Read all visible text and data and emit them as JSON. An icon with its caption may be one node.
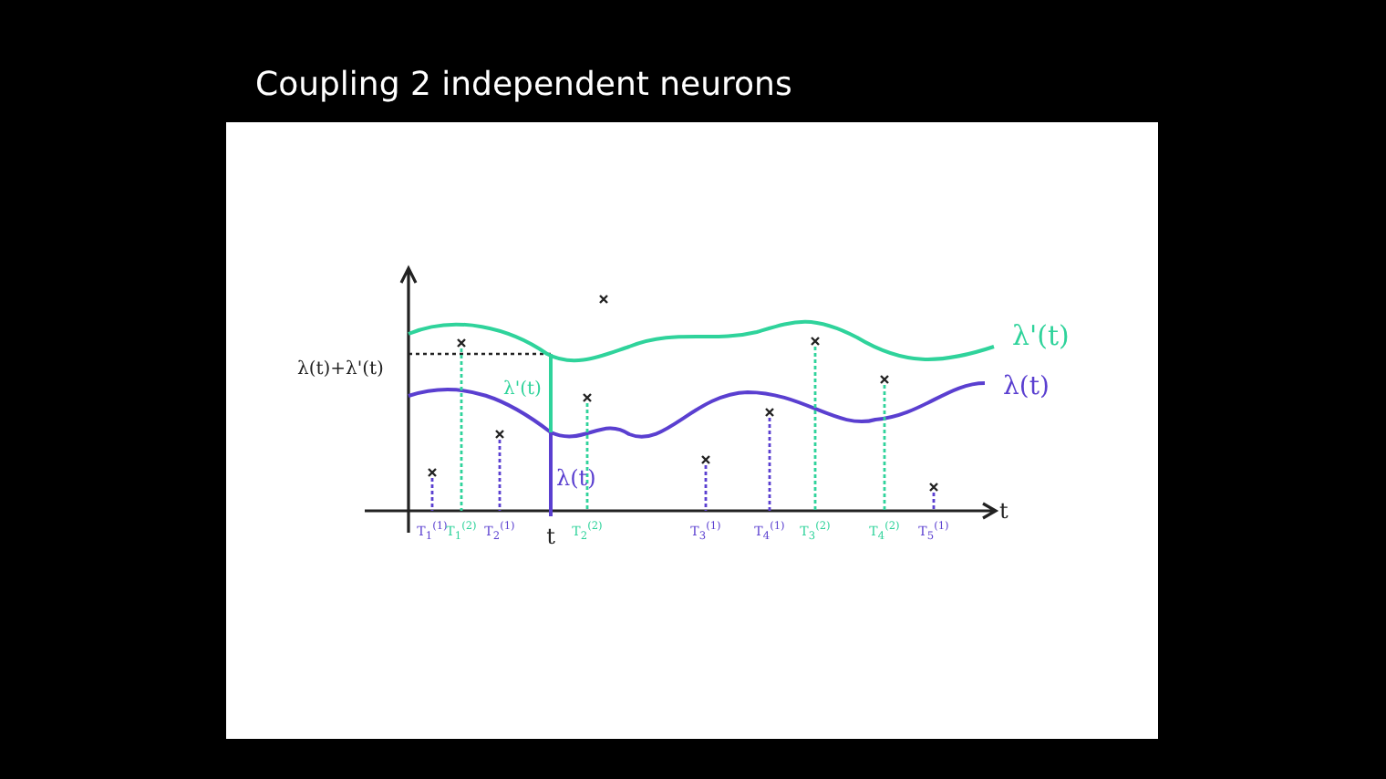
{
  "diagram": {
    "title": "Coupling 2 independent neurons",
    "labels": [
      "λ'(t)",
      "λ(t)+λ'(t)",
      "λ'(t)",
      "λ(t)",
      "λ(t)",
      "T$_{1}$$^{(1)}$",
      "T$_{1}$$^{(2)}$",
      "T$_{2}$$^{(1)}$",
      "t",
      "T$_{2}$$^{(2)}$",
      "T$_{3}$$^{(1)}$",
      "T$_{4}$$^{(1)}$",
      "T$_{3}$$^{(2)}$",
      "T$_{4}$$^{(2)}$",
      "T$_{5}$$^{(1)}$",
      "t"
    ]
  }
}
